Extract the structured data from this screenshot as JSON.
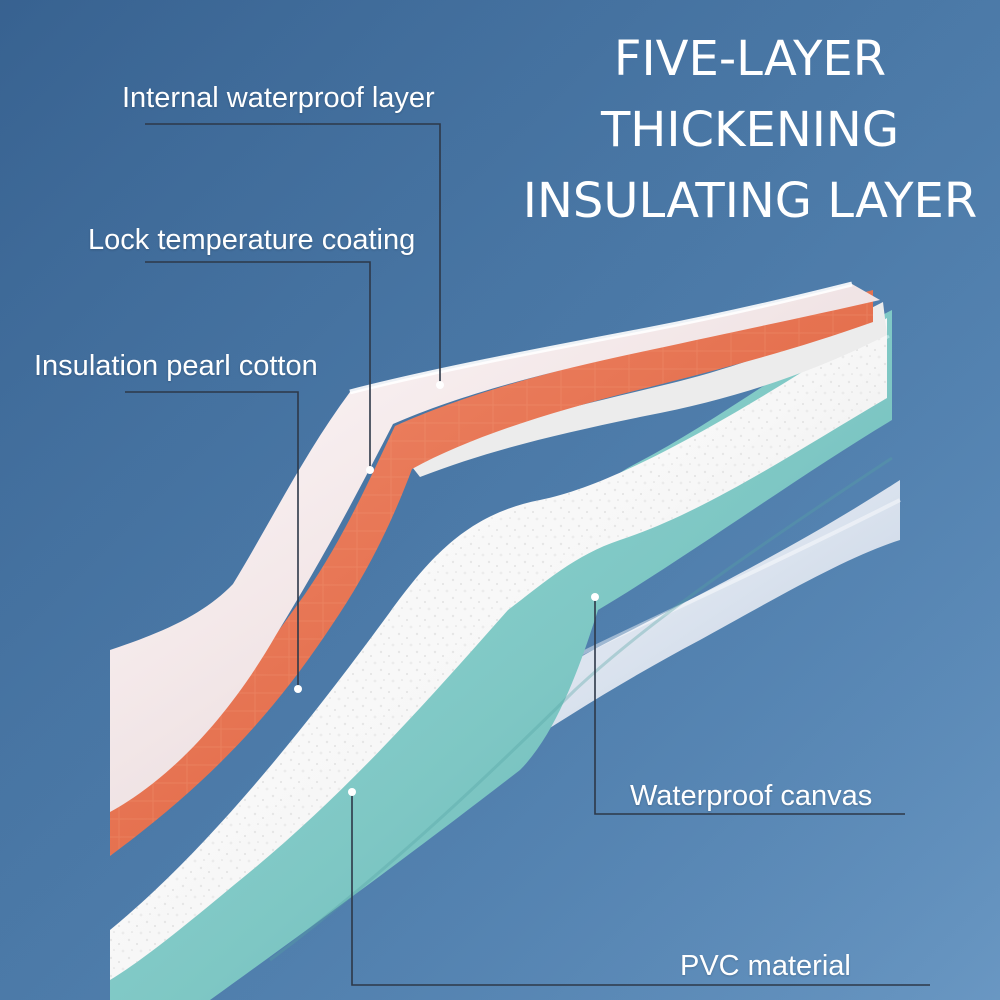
{
  "title": {
    "lines": [
      "FIVE-LAYER",
      "THICKENING",
      "INSULATING LAYER"
    ]
  },
  "layers": [
    {
      "label": "Internal waterproof layer",
      "color": "#f2e6e7"
    },
    {
      "label": "Lock temperature coating",
      "color": "#e46f4d"
    },
    {
      "label": "Insulation pearl cotton",
      "color": "#f7f7f7"
    },
    {
      "label": "Waterproof canvas",
      "color": "#7ec7c4"
    },
    {
      "label": "PVC material",
      "color": "#dfe5ef"
    }
  ],
  "colors": {
    "background": "#4a78a6",
    "text": "#ffffff",
    "leader_line": "#2d3848"
  }
}
